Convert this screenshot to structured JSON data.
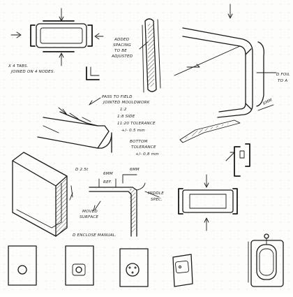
{
  "annotations": {
    "x4_tabs": [
      "X 4 TABS.",
      "JOINED ON 4 NODES."
    ],
    "added_spacing": [
      "ADDED",
      "SPACING",
      "TO BE",
      "ADJUSTED"
    ],
    "de_foil_right": [
      "D FOIL",
      "TO A"
    ],
    "pass_to_field": [
      "PASS TO FIELD",
      "JOINTED MOULDWORK"
    ],
    "ratios": [
      "1:2",
      "1:8   SIDE",
      "11:20  TOLERANCE",
      "+/- 0.5 mm"
    ],
    "bottom_tolerance": [
      "BOTTOM",
      "TOLERANCE",
      "+/- 0.8 mm"
    ],
    "dim_25": "D 2.5t",
    "dim_6mm": "6MM",
    "dim_6mm_right": "6MM",
    "ornt_ref": [
      "6MM",
      "REF."
    ],
    "middle_spec": [
      "MIDDLE",
      "SPEC."
    ],
    "moved_surface": [
      "MOVED",
      "SURFACE"
    ],
    "enclose_manual": "D ENCLOSE MANUAL."
  },
  "colors": {
    "ink": "#1b1b1b",
    "paper": "#fdfdfc",
    "dot": "#d9d9d9"
  }
}
